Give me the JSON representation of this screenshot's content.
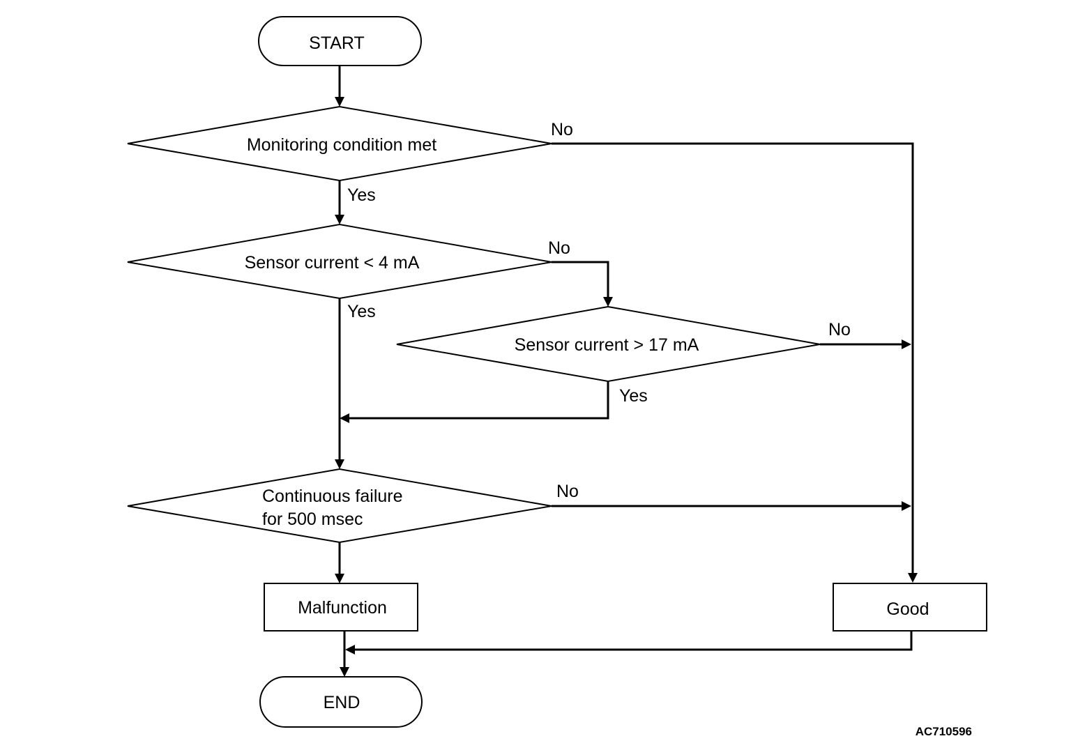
{
  "nodes": {
    "start": "START",
    "monitoring": "Monitoring condition met",
    "lt4": "Sensor current < 4 mA",
    "gt17": "Sensor current > 17 mA",
    "continuous_line1": "Continuous failure",
    "continuous_line2": "for 500 msec",
    "malfunction": "Malfunction",
    "good": "Good",
    "end": "END"
  },
  "edge_labels": {
    "monitoring_no": "No",
    "monitoring_yes": "Yes",
    "lt4_no": "No",
    "lt4_yes": "Yes",
    "gt17_no": "No",
    "gt17_yes": "Yes",
    "continuous_no": "No"
  },
  "figure_ref": "AC710596"
}
